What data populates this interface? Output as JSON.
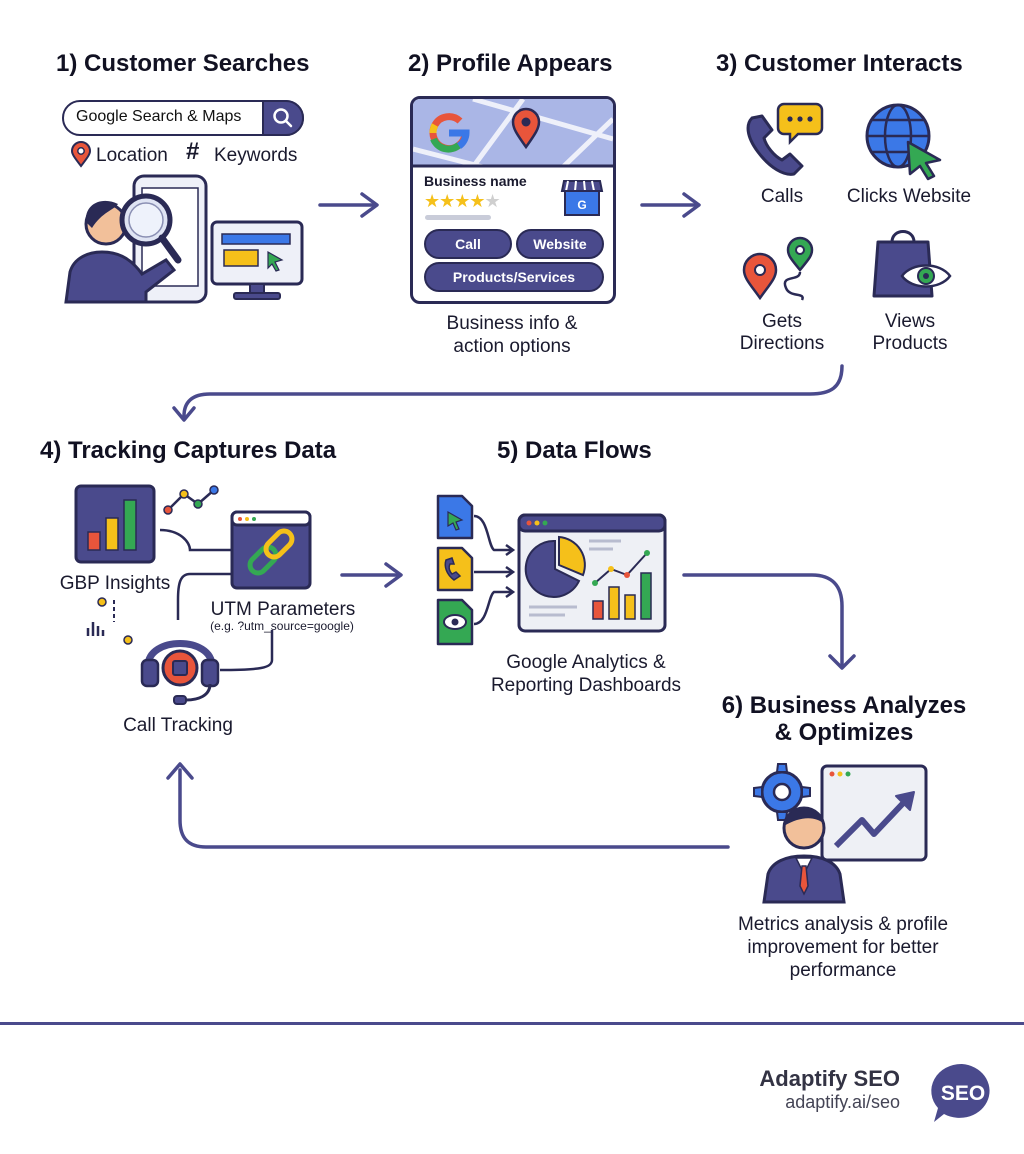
{
  "steps": {
    "s1": {
      "title": "1) Customer Searches",
      "search_text": "Google Search & Maps",
      "location": "Location",
      "keywords": "Keywords"
    },
    "s2": {
      "title": "2) Profile Appears",
      "business_name": "Business name",
      "call": "Call",
      "website": "Website",
      "products": "Products/Services",
      "caption_1": "Business info &",
      "caption_2": "action options"
    },
    "s3": {
      "title": "3) Customer Interacts",
      "calls": "Calls",
      "clicks_website": "Clicks Website",
      "gets_1": "Gets",
      "gets_2": "Directions",
      "views_1": "Views",
      "views_2": "Products"
    },
    "s4": {
      "title": "4) Tracking Captures Data",
      "gbp": "GBP Insights",
      "utm": "UTM Parameters",
      "utm_example": "(e.g. ?utm_source=google)",
      "call_tracking": "Call Tracking"
    },
    "s5": {
      "title": "5) Data Flows",
      "caption_1": "Google Analytics &",
      "caption_2": "Reporting Dashboards"
    },
    "s6": {
      "title_1": "6) Business Analyzes",
      "title_2": "& Optimizes",
      "caption_1": "Metrics analysis & profile",
      "caption_2": "improvement for better",
      "caption_3": "performance"
    }
  },
  "brand": {
    "name": "Adaptify SEO",
    "url": "adaptify.ai/seo",
    "badge": "SEO"
  },
  "colors": {
    "navy": "#4a4a8c",
    "outline": "#2a2a55",
    "google_blue": "#3b78e7",
    "google_red": "#e8553b",
    "google_yellow": "#f5c01a",
    "google_green": "#34a853"
  }
}
